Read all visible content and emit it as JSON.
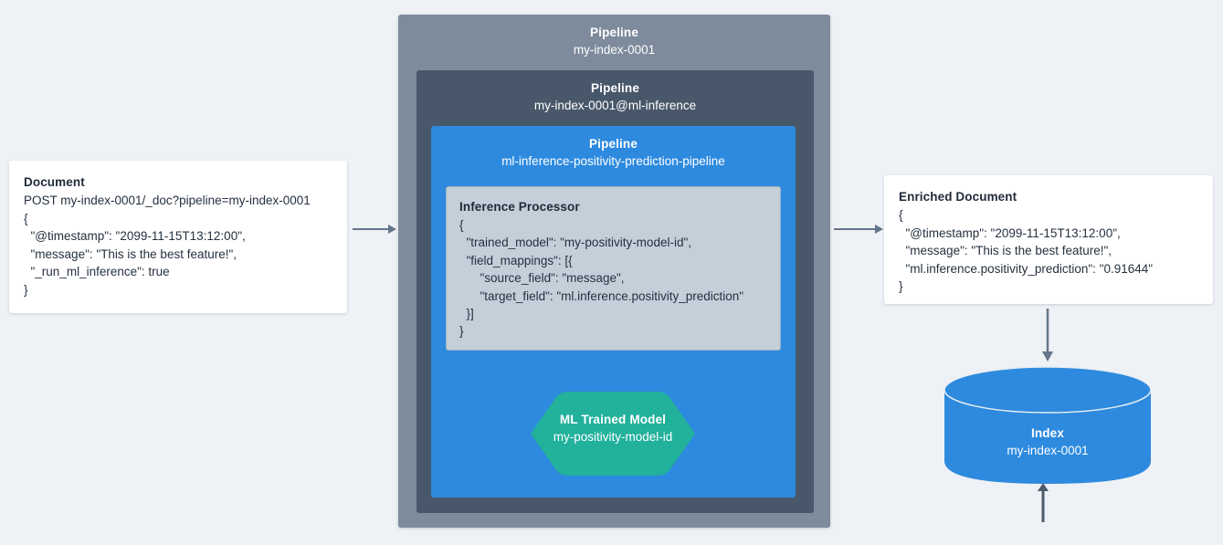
{
  "background_color": "#eef1f5",
  "palette": {
    "outer_pipeline": "#7d8b9c",
    "middle_pipeline": "#48586a",
    "inner_pipeline": "#2d8ade",
    "processor_fill": "#c3cfd9",
    "processor_border": "#9fb0bf",
    "ml_model_green": "#22b19b",
    "index_blue": "#2d8ade",
    "card_white": "#ffffff",
    "arrow_gray": "#65758a",
    "text_dark": "#25313f"
  },
  "document": {
    "title": "Document",
    "lines": [
      "POST my-index-0001/_doc?pipeline=my-index-0001",
      "{",
      "  \"@timestamp\": \"2099-11-15T13:12:00\",",
      "  \"message\": \"This is the best feature!\",",
      "  \"_run_ml_inference\": true",
      "}"
    ]
  },
  "pipelines": {
    "outer": {
      "kind": "Pipeline",
      "name": "my-index-0001"
    },
    "middle": {
      "kind": "Pipeline",
      "name": "my-index-0001@ml-inference"
    },
    "inner": {
      "kind": "Pipeline",
      "name": "ml-inference-positivity-prediction-pipeline"
    }
  },
  "inference_processor": {
    "title": "Inference Processor",
    "lines": [
      "{",
      "  \"trained_model\": \"my-positivity-model-id\",",
      "  \"field_mappings\": [{",
      "      \"source_field\": \"message\",",
      "      \"target_field\": \"ml.inference.positivity_prediction\"",
      "  }]",
      "}"
    ]
  },
  "ml_trained_model": {
    "kind": "ML Trained Model",
    "name": "my-positivity-model-id"
  },
  "enriched_document": {
    "title": "Enriched Document",
    "lines": [
      "{",
      "  \"@timestamp\": \"2099-11-15T13:12:00\",",
      "  \"message\": \"This is the best feature!\",",
      "  \"ml.inference.positivity_prediction\": \"0.91644\"",
      "}"
    ]
  },
  "index": {
    "kind": "Index",
    "name": "my-index-0001"
  },
  "arrows": [
    {
      "name": "arrow-doc-to-pipeline",
      "direction": "right"
    },
    {
      "name": "arrow-pipeline-to-enriched",
      "direction": "right"
    },
    {
      "name": "arrow-enriched-to-index",
      "direction": "down"
    },
    {
      "name": "arrow-model-to-processor",
      "direction": "up"
    }
  ]
}
